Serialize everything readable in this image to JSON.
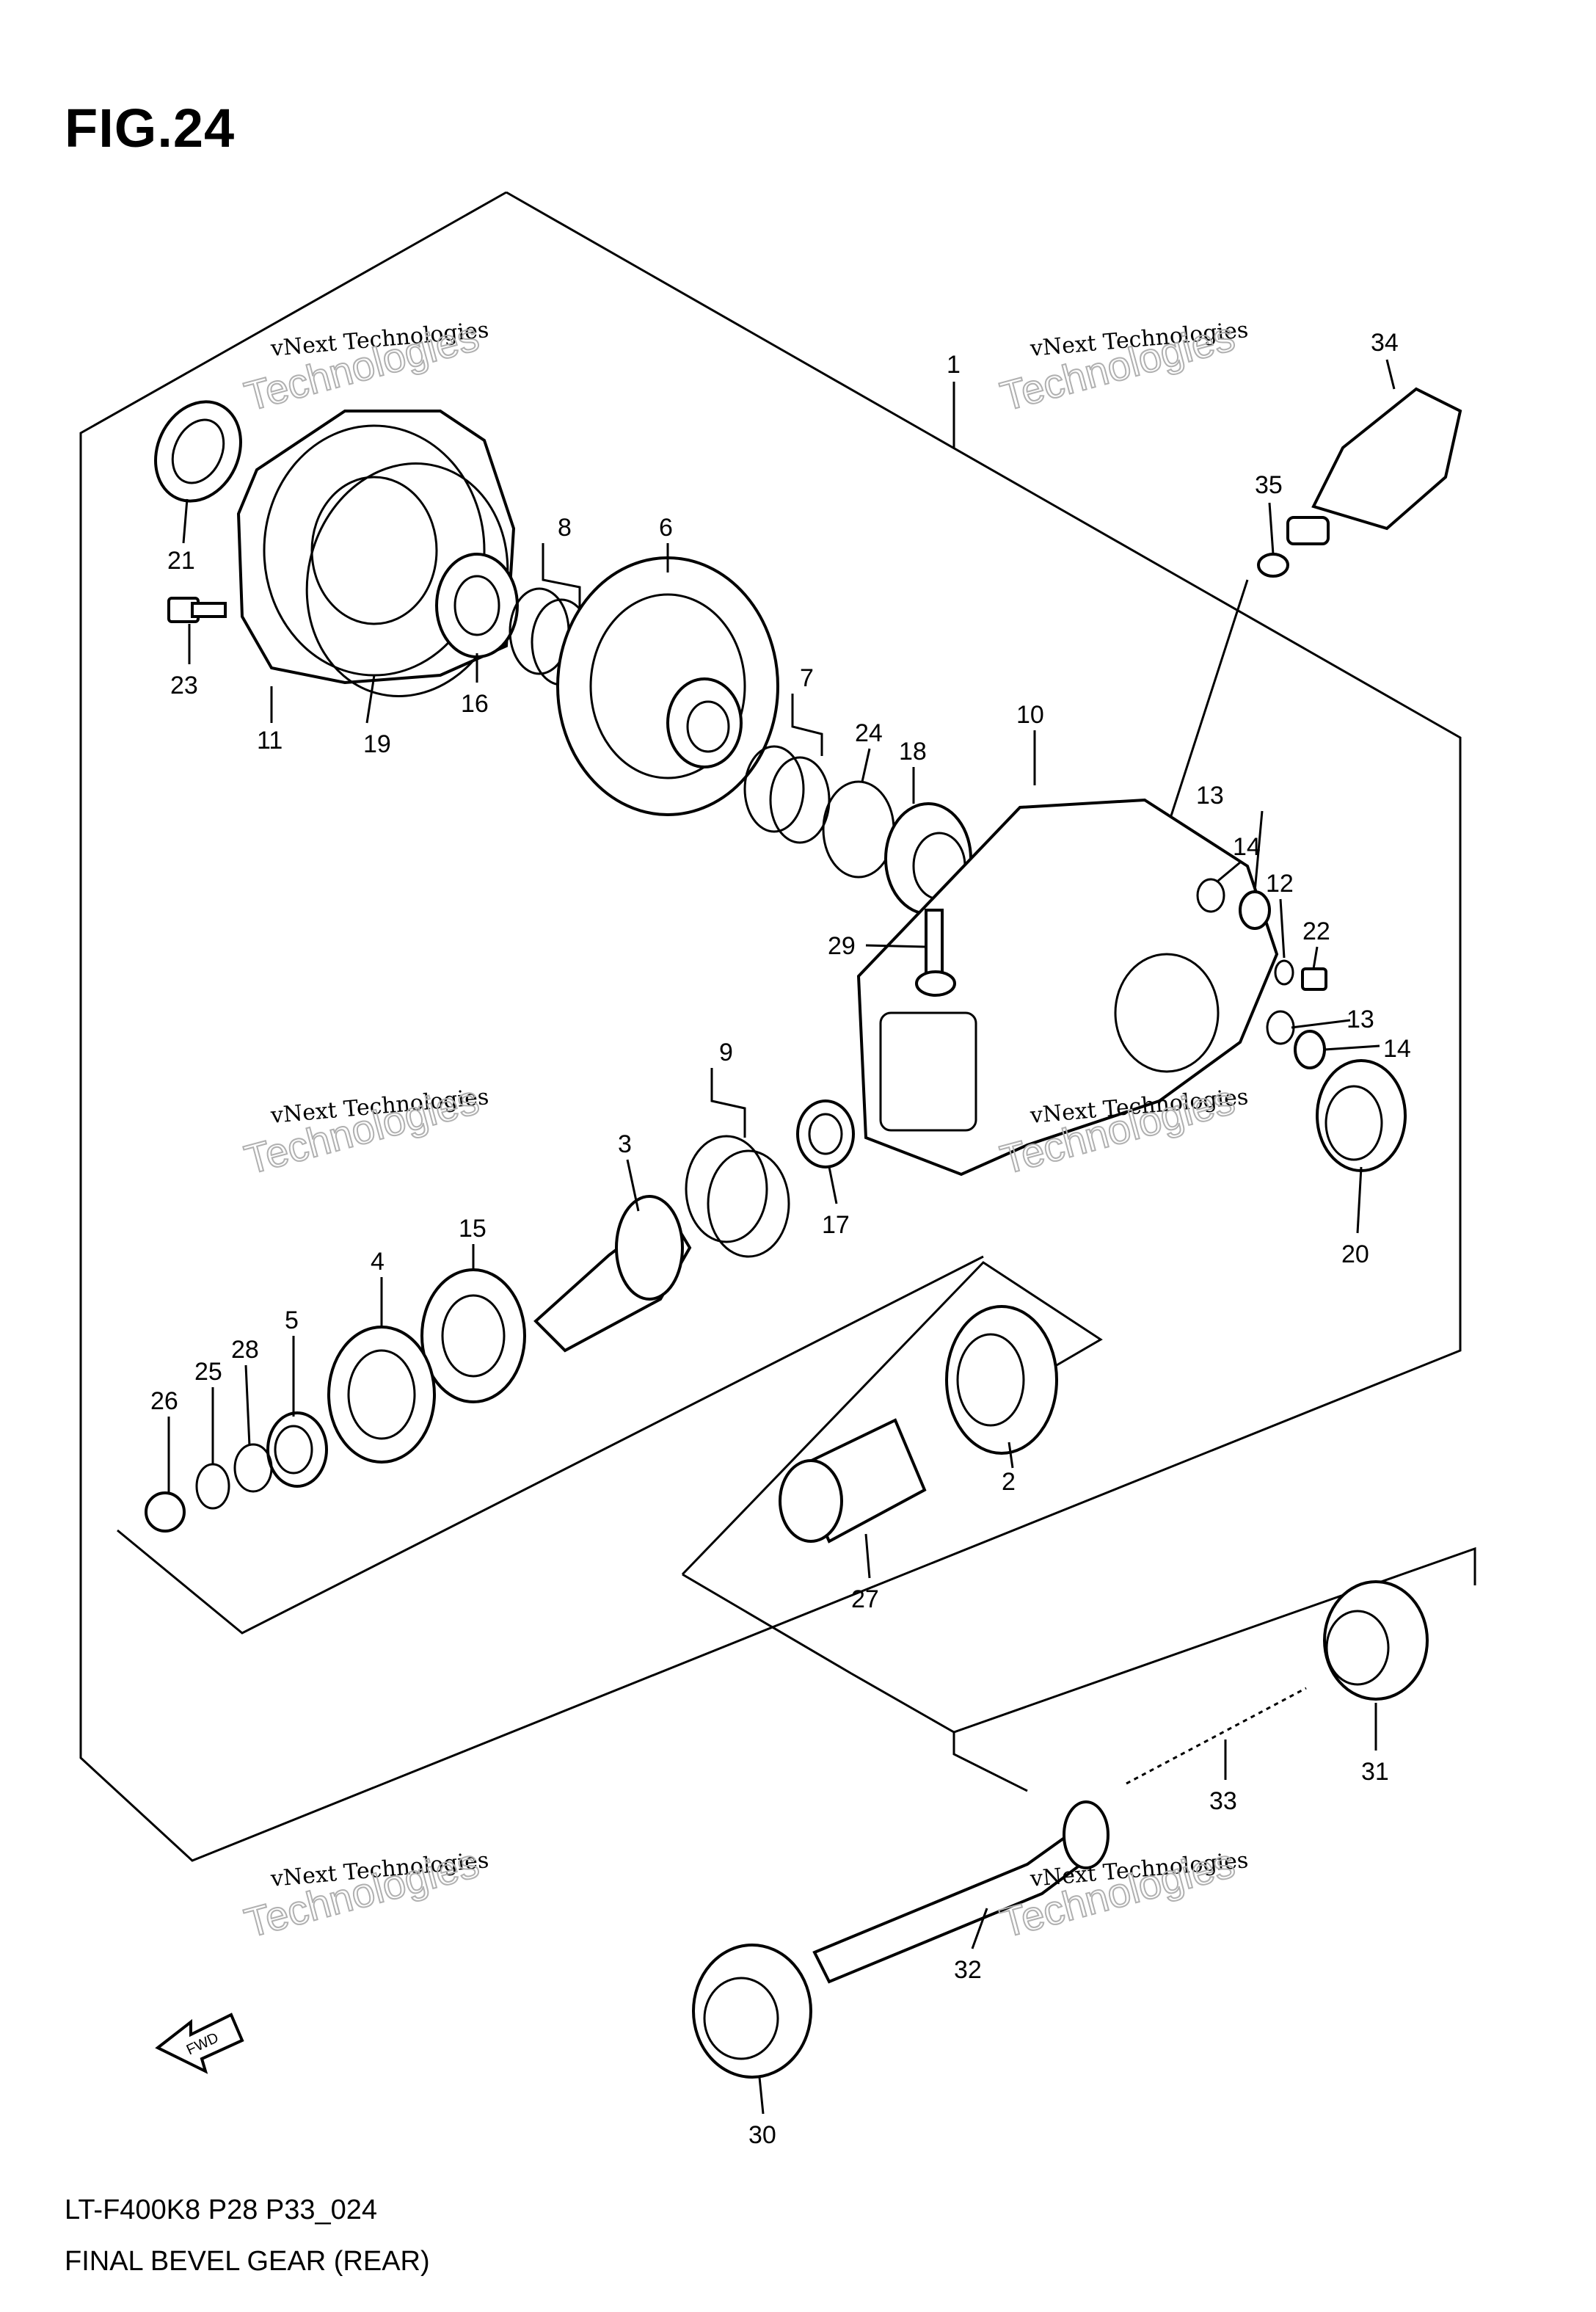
{
  "figure_title": "FIG.24",
  "footer": {
    "model_code": "LT-F400K8 P28 P33_024",
    "diagram_name": "FINAL BEVEL GEAR (REAR)"
  },
  "fwd_label": "FWD",
  "watermark": {
    "line1": "vNext Technologies",
    "line2": "Technologies"
  },
  "callouts": [
    "1",
    "2",
    "3",
    "4",
    "5",
    "6",
    "7",
    "8",
    "9",
    "10",
    "11",
    "12",
    "13",
    "13",
    "14",
    "14",
    "15",
    "16",
    "17",
    "18",
    "19",
    "20",
    "21",
    "22",
    "23",
    "24",
    "25",
    "26",
    "27",
    "28",
    "29",
    "30",
    "31",
    "32",
    "33",
    "34",
    "35"
  ]
}
